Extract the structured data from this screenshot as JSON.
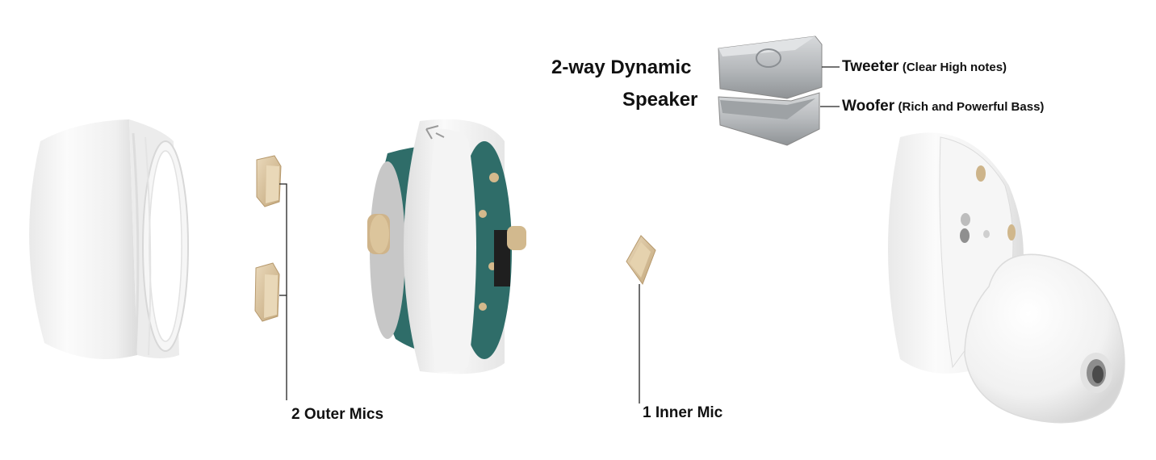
{
  "labels": {
    "speaker_title_line1": "2-way Dynamic",
    "speaker_title_line2": "Speaker",
    "tweeter": "Tweeter",
    "tweeter_desc": "(Clear High notes)",
    "woofer": "Woofer",
    "woofer_desc": "(Rich and Powerful Bass)",
    "outer_mics": "2 Outer Mics",
    "inner_mic": "1 Inner Mic"
  },
  "colors": {
    "shell_white": "#f2f2f2",
    "shell_shadow": "#d9d9d9",
    "mic_gold": "#d8c3a0",
    "pcb_green": "#2e6b68",
    "speaker_metal": "#b9bcbf",
    "line": "#222222"
  }
}
